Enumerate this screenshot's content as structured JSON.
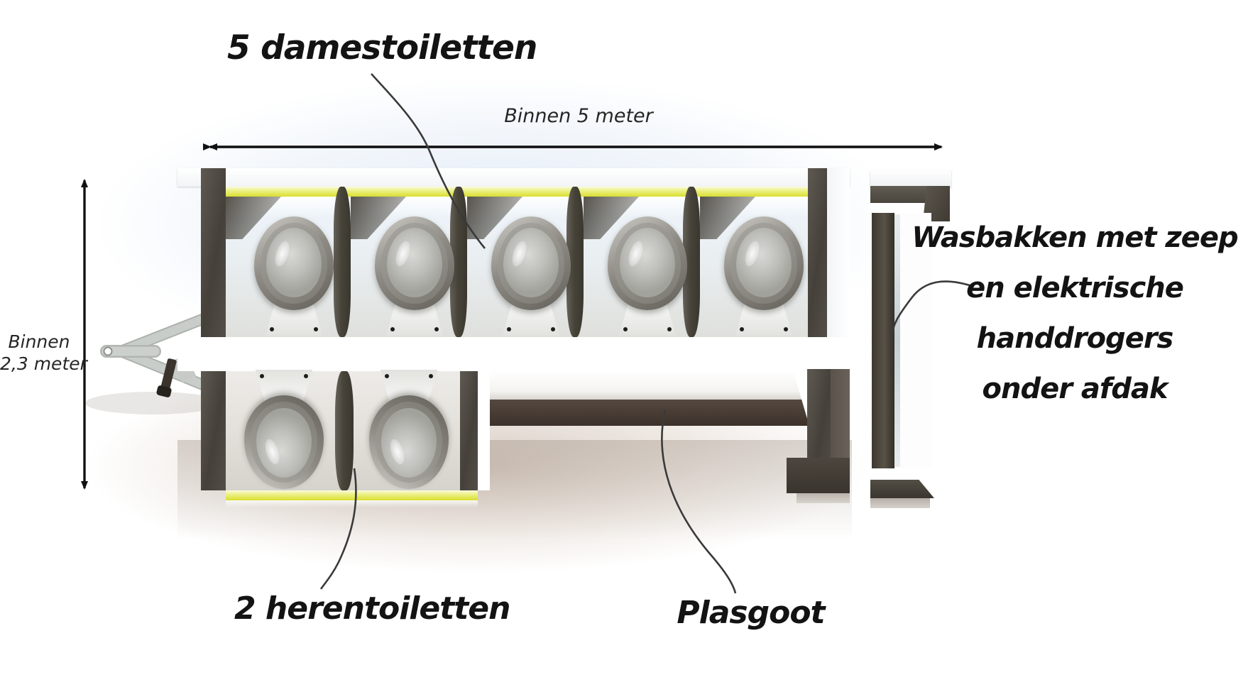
{
  "diagram": {
    "type": "floor-plan-top-view",
    "subject": "mobiele toiletwagen plattegrond",
    "facilities": {
      "dames_toiletten": 5,
      "heren_toiletten": 2,
      "plasgoot": 1,
      "wasbakken": "met zeep en elektrische handdrogers onder afdak"
    }
  },
  "dimensions": {
    "width": {
      "label": "Binnen 5 meter",
      "value_m": 5
    },
    "depth": {
      "line1": "Binnen",
      "line2": "2,3 meter",
      "value_m": 2.3
    }
  },
  "annotations": {
    "dames": {
      "label": "5 damestoiletten"
    },
    "heren": {
      "label": "2 herentoiletten"
    },
    "plasgoot": {
      "label": "Plasgoot"
    },
    "wasbakken": {
      "lines": [
        "Wasbakken met zeep",
        "en elektrische",
        "handdrogers",
        "onder afdak"
      ]
    }
  },
  "colors": {
    "ink": "#161616",
    "wall_dark": "#46423a",
    "light_strip_yellow": "#d9de2e",
    "interior_cool": "#eef5fb",
    "trough_brown": "#463b33",
    "ground_shadow": "#d1c3b8",
    "hitch_gray": "#c3c7c3"
  }
}
